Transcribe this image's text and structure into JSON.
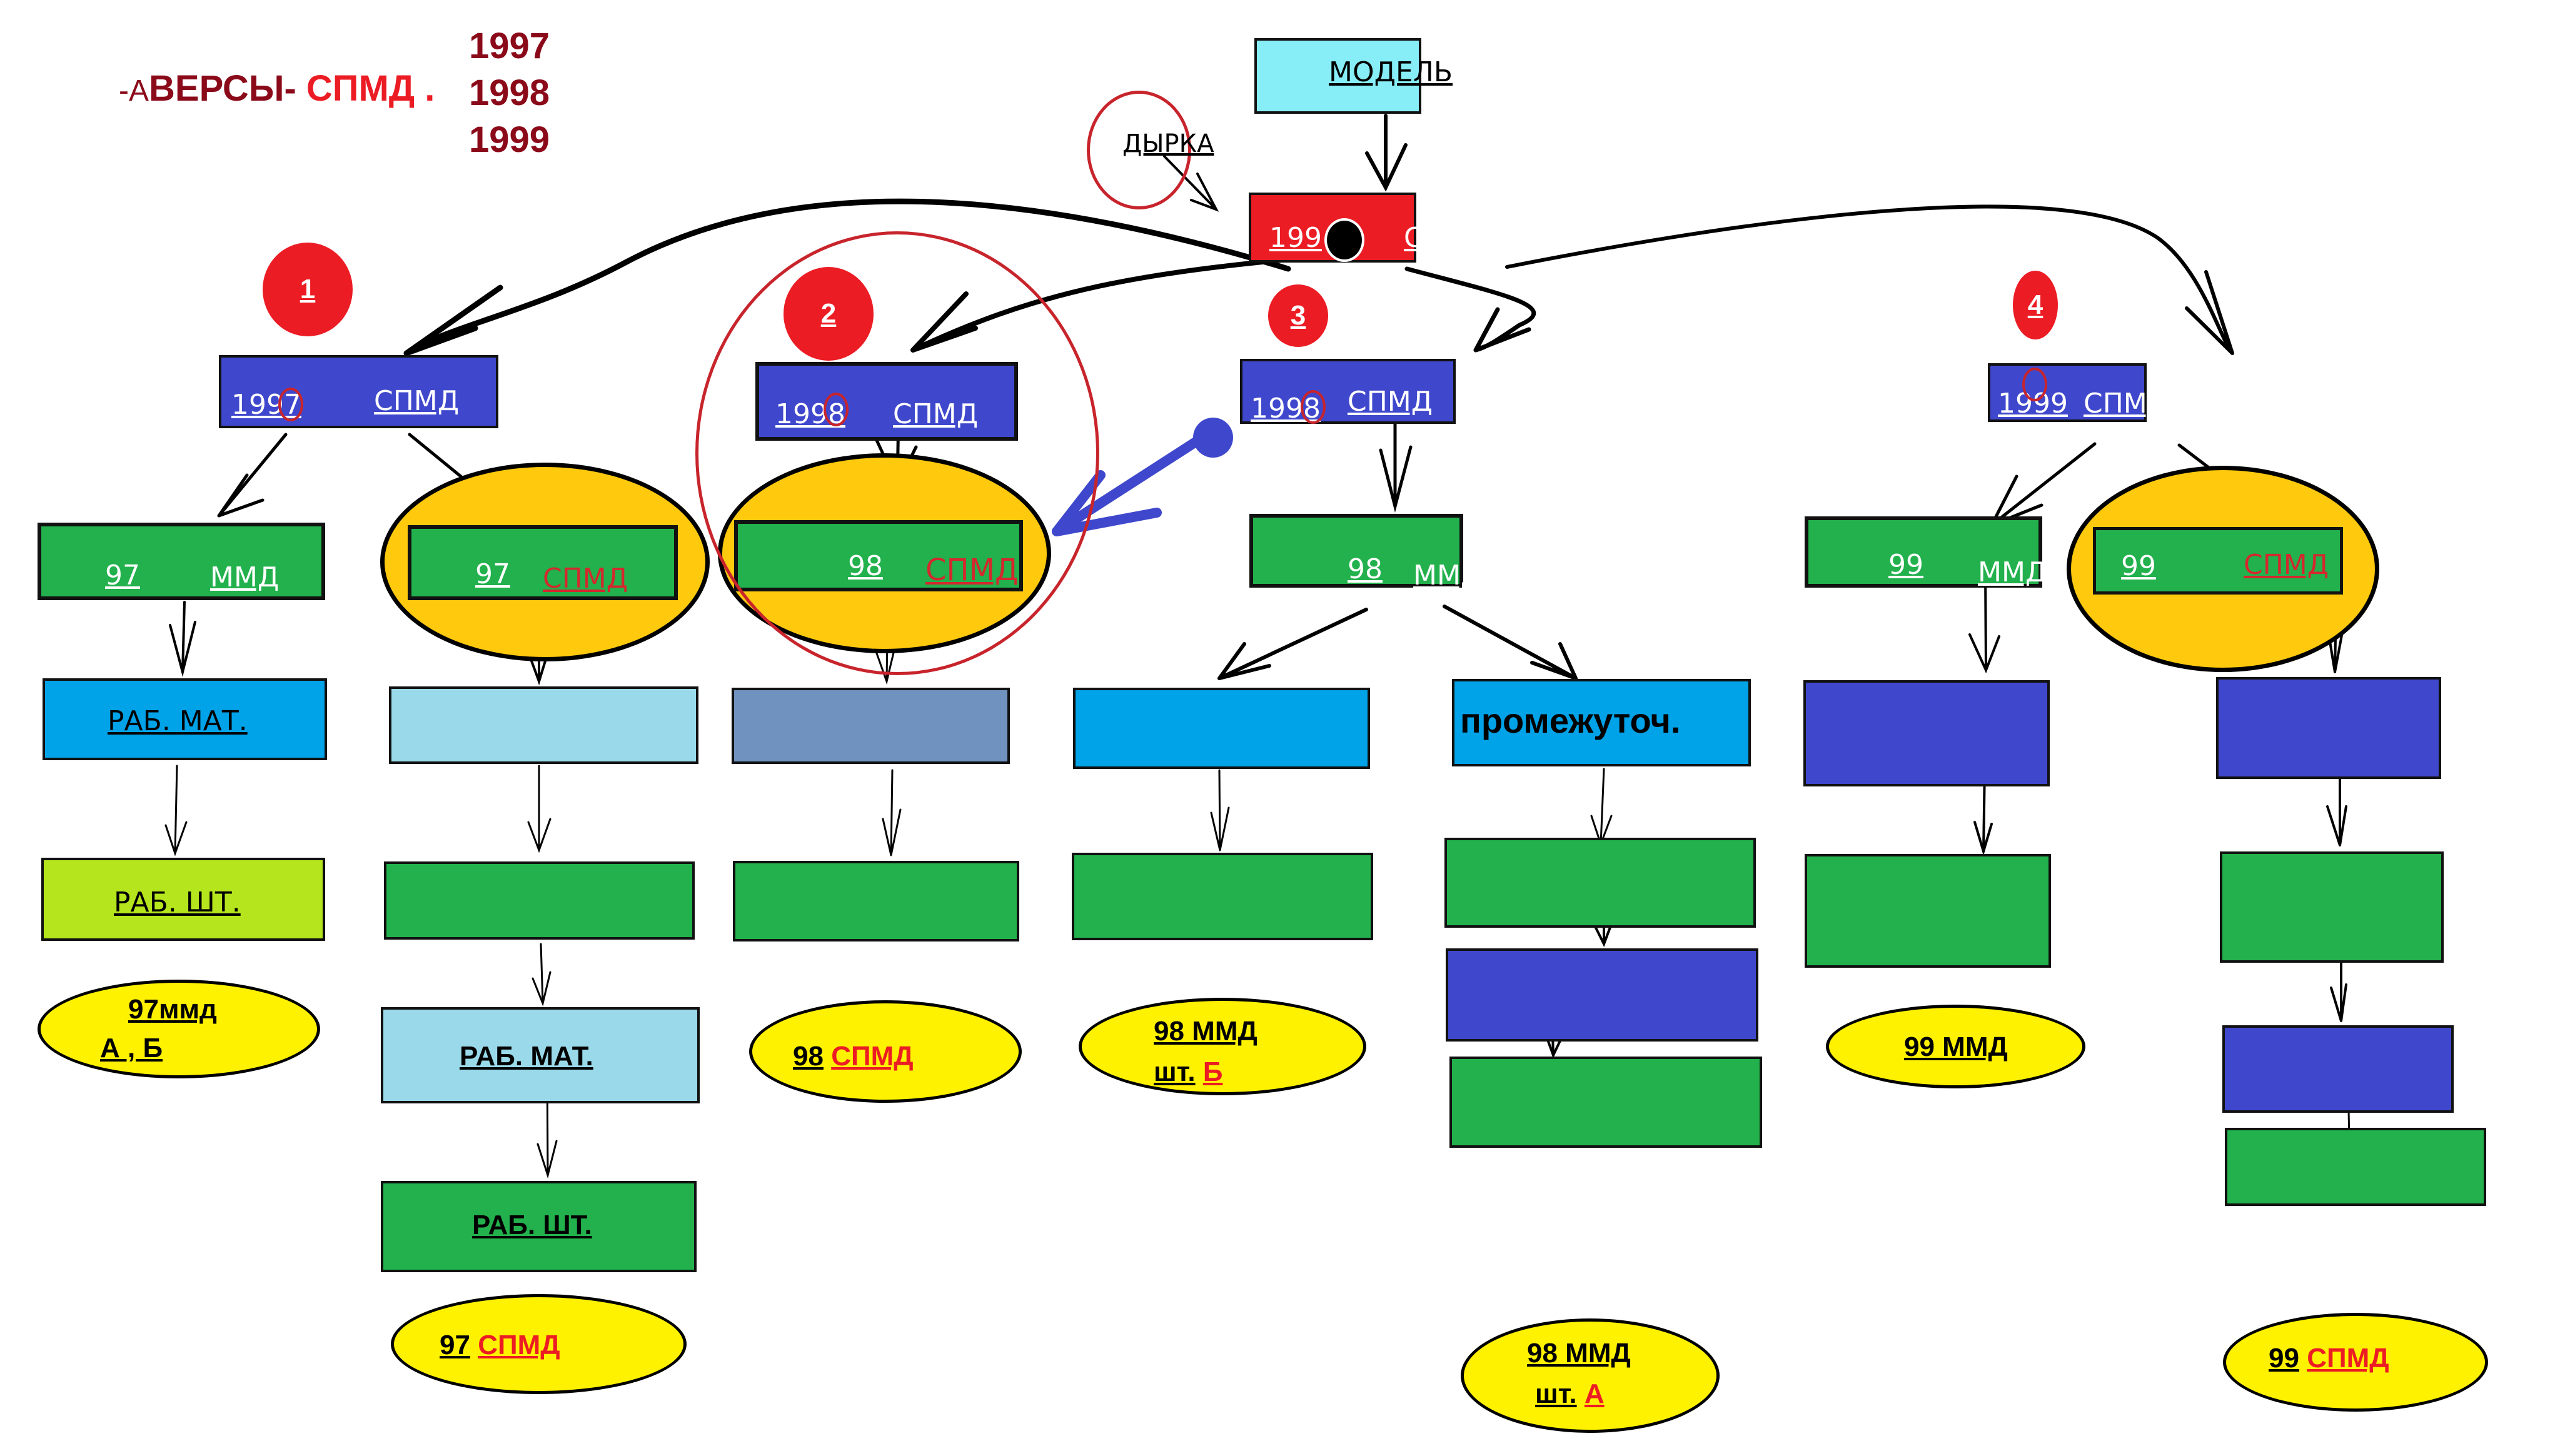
{
  "header": {
    "prefix": "-А",
    "word": "ВЕРСЫ-",
    "brand": "СПМД",
    "suffix": ".",
    "years": [
      "1997",
      "1998",
      "1999"
    ]
  },
  "colors": {
    "model": "#87eef7",
    "root": "#ec1c24",
    "year_node": "#3f48cc",
    "green": "#22b14c",
    "highlight": "#ffc90e",
    "result": "#fff200",
    "blue": "#00a2e8",
    "light_blue": "#99d9ea",
    "steel": "#7092be",
    "lime": "#b5e61d",
    "red_text": "#d4282c"
  },
  "model": {
    "label": "МОДЕЛЬ"
  },
  "hole_callout": {
    "label": "ДЫРКА"
  },
  "root": {
    "year": "199",
    "label": "СПМД"
  },
  "branches": [
    {
      "badge": "1",
      "year_node": {
        "year": "1997",
        "label": "СПМД"
      },
      "children": [
        {
          "num": "97",
          "label": "ММД",
          "chain": [
            "РАБ. МАТ.",
            "РАБ. ШТ."
          ],
          "result": {
            "line1": "97ммд",
            "line2": "А , Б"
          }
        },
        {
          "num": "97",
          "label": "СПМД",
          "chain": [
            "",
            "",
            "РАБ. МАТ.",
            "РАБ. ШТ."
          ],
          "result": {
            "num": "97",
            "label": "СПМД"
          }
        }
      ]
    },
    {
      "badge": "2",
      "year_node": {
        "year": "1998",
        "label": "СПМД"
      },
      "children": [
        {
          "num": "98",
          "label": "СПМД",
          "chain": [
            "",
            ""
          ],
          "result": {
            "num": "98",
            "label": "СПМД"
          }
        }
      ]
    },
    {
      "badge": "3",
      "year_node": {
        "year": "1998",
        "label": "СПМД"
      },
      "children": [
        {
          "num": "98",
          "label": "ММД",
          "sub": [
            {
              "chain": [
                "",
                ""
              ],
              "result": {
                "line1": "98 ММД",
                "line2_prefix": "шт.",
                "line2_mark": "Б"
              }
            },
            {
              "chain": [
                "промежуточ.",
                "",
                "",
                ""
              ],
              "result": {
                "line1": "98 ММД",
                "line2_prefix": "шт.",
                "line2_mark": "А"
              }
            }
          ]
        }
      ]
    },
    {
      "badge": "4",
      "year_node": {
        "year": "1999",
        "label": "СПМД"
      },
      "children": [
        {
          "num": "99",
          "label": "ММД",
          "chain": [
            "",
            ""
          ],
          "result": {
            "label": "99 ММД"
          }
        },
        {
          "num": "99",
          "label": "СПМД",
          "chain": [
            "",
            "",
            "",
            ""
          ],
          "result": {
            "num": "99",
            "label": "СПМД"
          }
        }
      ]
    }
  ]
}
